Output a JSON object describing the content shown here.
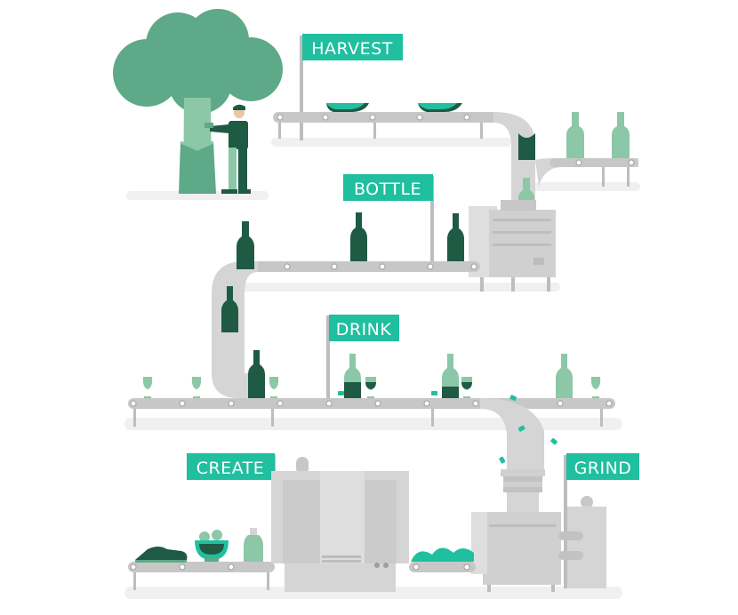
{
  "colors": {
    "teal": "#1fbf9f",
    "dark_green": "#1e5a44",
    "mid_green": "#5ea987",
    "light_green": "#8cc7a8",
    "conveyor_gray": "#bdbdbd",
    "machine_gray": "#d5d5d5",
    "shadow": "#efefef"
  },
  "stages": {
    "harvest": {
      "label": "HARVEST"
    },
    "bottle": {
      "label": "BOTTLE"
    },
    "drink": {
      "label": "DRINK"
    },
    "create": {
      "label": "CREATE"
    },
    "grind": {
      "label": "GRIND"
    }
  },
  "icons": [
    "tree-icon",
    "worker-icon",
    "cork-bark-icon",
    "bottle-icon",
    "wine-glass-icon",
    "bottling-machine-icon",
    "grinder-machine-icon",
    "press-machine-icon",
    "shoe-icon",
    "bowl-icon",
    "conveyor-belt-icon"
  ]
}
